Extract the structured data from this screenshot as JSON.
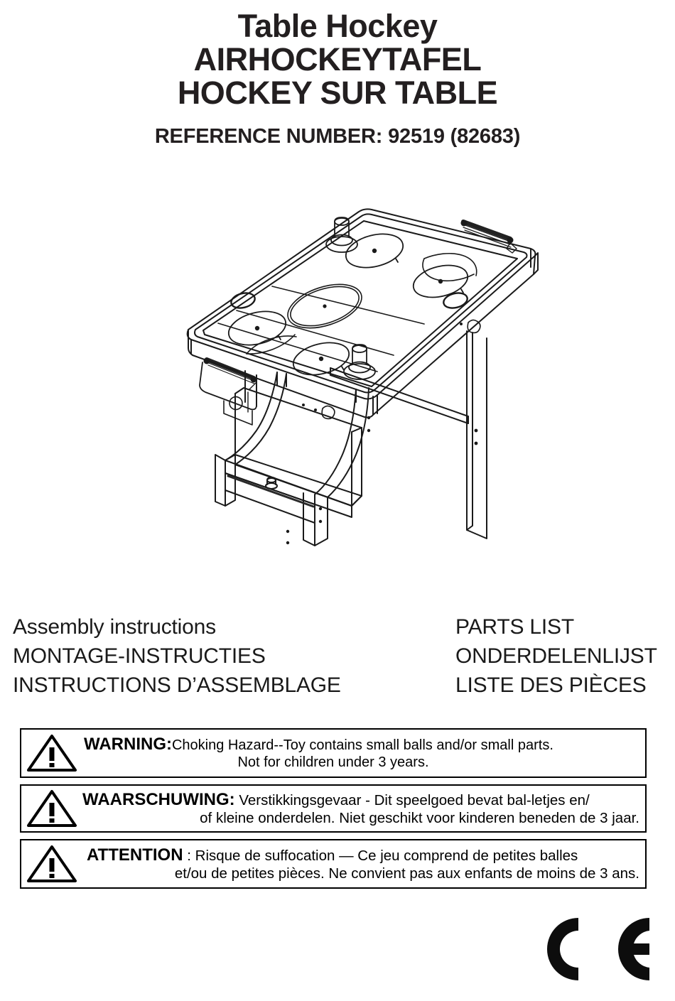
{
  "document": {
    "title_lines": [
      "Table Hockey",
      "AIRHOCKEYTAFEL",
      "HOCKEY SUR TABLE"
    ],
    "reference": "REFERENCE NUMBER:  92519 (82683)"
  },
  "illustration": {
    "caption": "air-hockey-table-isometric-line-drawing"
  },
  "lists": {
    "left": [
      "Assembly instructions",
      "MONTAGE-INSTRUCTIES",
      "INSTRUCTIONS D’ASSEMBLAGE"
    ],
    "right": [
      "PARTS LIST",
      "ONDERDELENLIJST",
      "LISTE DES PIÈCES"
    ]
  },
  "warnings": [
    {
      "lead": "WARNING:",
      "line1": "Choking Hazard--Toy contains small balls and/or small parts.",
      "line2": "Not for children under 3 years."
    },
    {
      "lead": "WAARSCHUWING:",
      "line1": " Verstikkingsgevaar - Dit speelgoed bevat bal-letjes en/",
      "line2": "of kleine onderdelen. Niet geschikt voor kinderen beneden de 3 jaar."
    },
    {
      "lead": "ATTENTION",
      "line1": " : Risque de suffocation — Ce jeu comprend de petites balles",
      "line2": "et/ou de petites pièces. Ne convient pas aux enfants de moins de 3 ans."
    }
  ],
  "ce_mark": {
    "label": "CE"
  },
  "colors": {
    "ink": "#1a1a1a",
    "heading": "#231f20",
    "rule": "#000000",
    "page": "#ffffff"
  }
}
